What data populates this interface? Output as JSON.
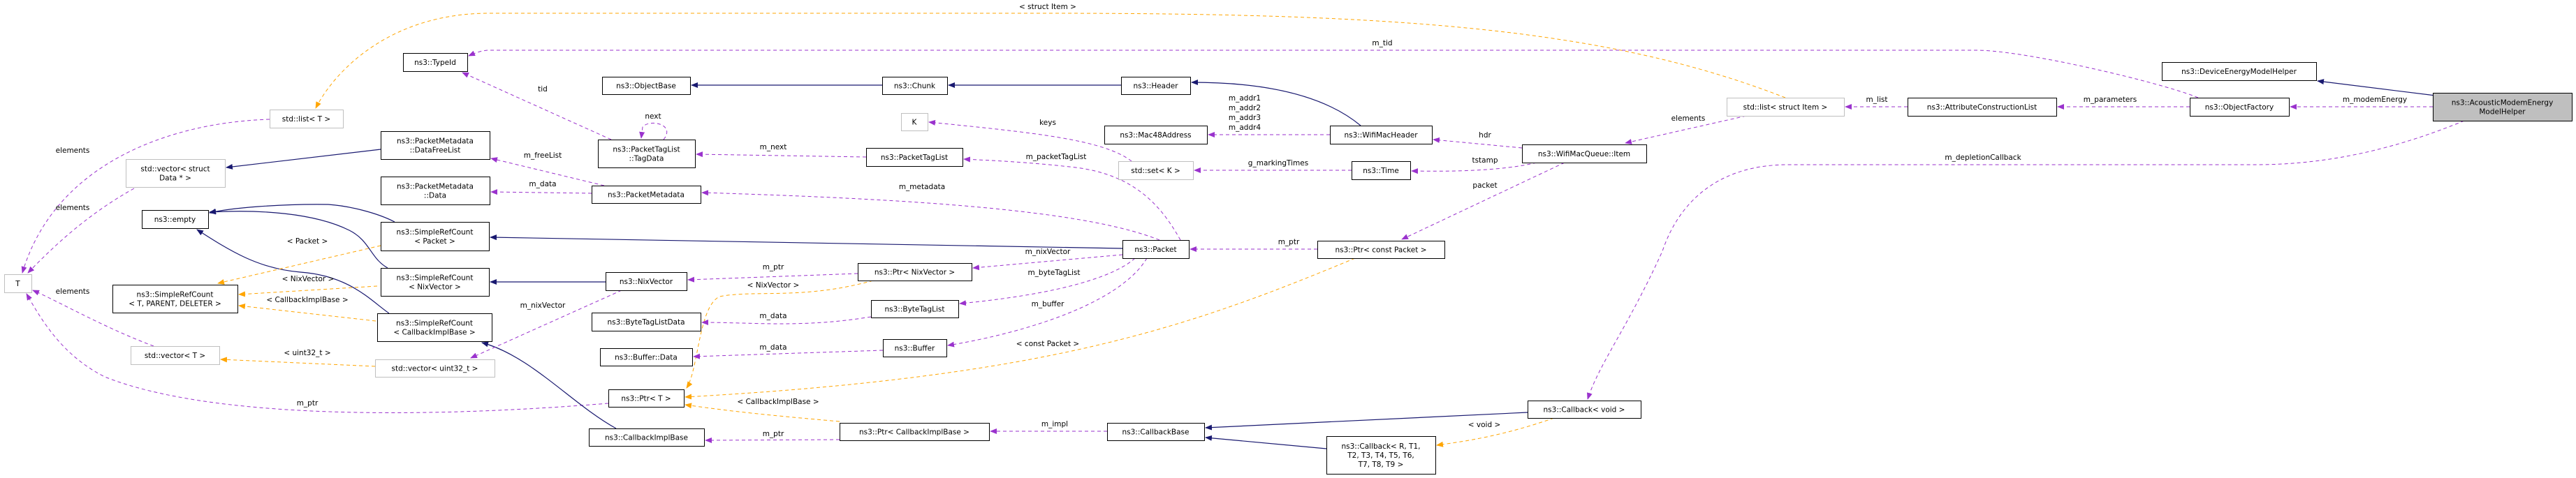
{
  "colors": {
    "usage": "#9a32cd",
    "template": "#ffa500",
    "inheritance": "#191970",
    "focus_fill": "#bfbfbf",
    "external_border": "#bfbfbf"
  },
  "nodes": {
    "acoustic": {
      "lines": [
        "ns3::AcousticModemEnergy",
        "ModelHelper"
      ]
    },
    "device": {
      "lines": [
        "ns3::DeviceEnergyModelHelper"
      ]
    },
    "objfactory": {
      "lines": [
        "ns3::ObjectFactory"
      ]
    },
    "acl": {
      "lines": [
        "ns3::AttributeConstructionList"
      ]
    },
    "listitem": {
      "lines": [
        "std::list< struct Item >"
      ]
    },
    "item": {
      "lines": [
        "ns3::WifiMacQueue::Item"
      ]
    },
    "wmh": {
      "lines": [
        "ns3::WifiMacHeader"
      ]
    },
    "time": {
      "lines": [
        "ns3::Time"
      ]
    },
    "ptrcp": {
      "lines": [
        "ns3::Ptr< const Packet >"
      ]
    },
    "cbvoid": {
      "lines": [
        "ns3::Callback< void >"
      ]
    },
    "cbR": {
      "lines": [
        "ns3::Callback< R, T1,",
        "T2, T3, T4, T5, T6,",
        "T7, T8, T9 >"
      ]
    },
    "header": {
      "lines": [
        "ns3::Header"
      ]
    },
    "mac48": {
      "lines": [
        "ns3::Mac48Address"
      ]
    },
    "setk": {
      "lines": [
        "std::set< K >"
      ]
    },
    "packet": {
      "lines": [
        "ns3::Packet"
      ]
    },
    "cbbase": {
      "lines": [
        "ns3::CallbackBase"
      ]
    },
    "chunk": {
      "lines": [
        "ns3::Chunk"
      ]
    },
    "k": {
      "lines": [
        "K"
      ]
    },
    "ptl": {
      "lines": [
        "ns3::PacketTagList"
      ]
    },
    "ptrnix": {
      "lines": [
        "ns3::Ptr< NixVector >"
      ]
    },
    "btl": {
      "lines": [
        "ns3::ByteTagList"
      ]
    },
    "buffer": {
      "lines": [
        "ns3::Buffer"
      ]
    },
    "ptrcib": {
      "lines": [
        "ns3::Ptr< CallbackImplBase >"
      ]
    },
    "objbase": {
      "lines": [
        "ns3::ObjectBase"
      ]
    },
    "typeid": {
      "lines": [
        "ns3::TypeId"
      ]
    },
    "tagdata": {
      "lines": [
        "ns3::PacketTagList",
        "::TagData"
      ]
    },
    "pmeta": {
      "lines": [
        "ns3::PacketMetadata"
      ]
    },
    "nix": {
      "lines": [
        "ns3::NixVector"
      ]
    },
    "btld": {
      "lines": [
        "ns3::ByteTagListData"
      ]
    },
    "bufdata": {
      "lines": [
        "ns3::Buffer::Data"
      ]
    },
    "ptrT": {
      "lines": [
        "ns3::Ptr< T >"
      ]
    },
    "cib": {
      "lines": [
        "ns3::CallbackImplBase"
      ]
    },
    "freelist": {
      "lines": [
        "ns3::PacketMetadata",
        "::DataFreeList"
      ]
    },
    "pmdata": {
      "lines": [
        "ns3::PacketMetadata",
        "::Data"
      ]
    },
    "srcP": {
      "lines": [
        "ns3::SimpleRefCount",
        "< Packet >"
      ]
    },
    "srcN": {
      "lines": [
        "ns3::SimpleRefCount",
        "< NixVector >"
      ]
    },
    "srcC": {
      "lines": [
        "ns3::SimpleRefCount",
        "< CallbackImplBase >"
      ]
    },
    "vecu": {
      "lines": [
        "std::vector< uint32_t >"
      ]
    },
    "listT": {
      "lines": [
        "std::list< T >"
      ]
    },
    "vecD": {
      "lines": [
        "std::vector< struct",
        "Data * >"
      ]
    },
    "empty": {
      "lines": [
        "ns3::empty"
      ]
    },
    "srcT": {
      "lines": [
        "ns3::SimpleRefCount",
        "< T, PARENT, DELETER >"
      ]
    },
    "vecT": {
      "lines": [
        "std::vector< T >"
      ]
    },
    "T": {
      "lines": [
        "T"
      ]
    }
  },
  "edges": [
    {
      "from": "listitem",
      "to": "listT",
      "type": "template",
      "label": "< struct Item >"
    },
    {
      "from": "objfactory",
      "to": "typeid",
      "type": "usage",
      "label": "m_tid"
    },
    {
      "from": "tagdata",
      "to": "typeid",
      "type": "usage",
      "label": "tid"
    },
    {
      "from": "tagdata",
      "to": "tagdata",
      "type": "usage",
      "label": "next"
    },
    {
      "from": "ptl",
      "to": "tagdata",
      "type": "usage",
      "label": "m_next"
    },
    {
      "from": "pmeta",
      "to": "freelist",
      "type": "usage",
      "label": "m_freeList"
    },
    {
      "from": "pmeta",
      "to": "pmdata",
      "type": "usage",
      "label": "m_data"
    },
    {
      "from": "freelist",
      "to": "vecD",
      "type": "inheritance"
    },
    {
      "from": "listT",
      "to": "T",
      "type": "usage",
      "label": "elements"
    },
    {
      "from": "vecD",
      "to": "T",
      "type": "usage",
      "label": "elements"
    },
    {
      "from": "vecT",
      "to": "T",
      "type": "usage",
      "label": "elements"
    },
    {
      "from": "ptrT",
      "to": "T",
      "type": "usage",
      "label": "m_ptr"
    },
    {
      "from": "srcP",
      "to": "empty",
      "type": "inheritance"
    },
    {
      "from": "srcN",
      "to": "empty",
      "type": "inheritance"
    },
    {
      "from": "srcC",
      "to": "empty",
      "type": "inheritance"
    },
    {
      "from": "srcP",
      "to": "srcT",
      "type": "template",
      "label": "< Packet >"
    },
    {
      "from": "srcN",
      "to": "srcT",
      "type": "template",
      "label": "< NixVector >"
    },
    {
      "from": "srcC",
      "to": "srcT",
      "type": "template",
      "label": "< CallbackImplBase >"
    },
    {
      "from": "vecu",
      "to": "vecT",
      "type": "template",
      "label": "< uint32_t >"
    },
    {
      "from": "packet",
      "to": "srcP",
      "type": "inheritance"
    },
    {
      "from": "nix",
      "to": "srcN",
      "type": "inheritance"
    },
    {
      "from": "cib",
      "to": "srcC",
      "type": "inheritance"
    },
    {
      "from": "nix",
      "to": "vecu",
      "type": "usage",
      "label": "m_nixVector"
    },
    {
      "from": "chunk",
      "to": "objbase",
      "type": "inheritance"
    },
    {
      "from": "header",
      "to": "chunk",
      "type": "inheritance"
    },
    {
      "from": "wmh",
      "to": "header",
      "type": "inheritance"
    },
    {
      "from": "wmh",
      "to": "mac48",
      "type": "usage",
      "label": [
        "m_addr1",
        "m_addr2",
        "m_addr3",
        "m_addr4"
      ]
    },
    {
      "from": "setk",
      "to": "k",
      "type": "usage",
      "label": "keys"
    },
    {
      "from": "time",
      "to": "setk",
      "type": "usage",
      "label": "g_markingTimes"
    },
    {
      "from": "item",
      "to": "wmh",
      "type": "usage",
      "label": "hdr"
    },
    {
      "from": "item",
      "to": "time",
      "type": "usage",
      "label": "tstamp"
    },
    {
      "from": "item",
      "to": "ptrcp",
      "type": "usage",
      "label": "packet"
    },
    {
      "from": "listitem",
      "to": "item",
      "type": "usage",
      "label": "elements"
    },
    {
      "from": "acl",
      "to": "listitem",
      "type": "usage",
      "label": "m_list"
    },
    {
      "from": "objfactory",
      "to": "acl",
      "type": "usage",
      "label": "m_parameters"
    },
    {
      "from": "acoustic",
      "to": "objfactory",
      "type": "usage",
      "label": "m_modemEnergy"
    },
    {
      "from": "acoustic",
      "to": "device",
      "type": "inheritance"
    },
    {
      "from": "acoustic",
      "to": "cbvoid",
      "type": "usage",
      "label": "m_depletionCallback"
    },
    {
      "from": "ptrcp",
      "to": "packet",
      "type": "usage",
      "label": "m_ptr"
    },
    {
      "from": "packet",
      "to": "ptl",
      "type": "usage",
      "label": "m_packetTagList"
    },
    {
      "from": "packet",
      "to": "pmeta",
      "type": "usage",
      "label": "m_metadata"
    },
    {
      "from": "packet",
      "to": "ptrnix",
      "type": "usage",
      "label": "m_nixVector"
    },
    {
      "from": "packet",
      "to": "btl",
      "type": "usage",
      "label": "m_byteTagList"
    },
    {
      "from": "packet",
      "to": "buffer",
      "type": "usage",
      "label": "m_buffer"
    },
    {
      "from": "ptrnix",
      "to": "nix",
      "type": "usage",
      "label": "m_ptr"
    },
    {
      "from": "ptrnix",
      "to": "ptrT",
      "type": "template",
      "label": "< NixVector >"
    },
    {
      "from": "btl",
      "to": "btld",
      "type": "usage",
      "label": "m_data"
    },
    {
      "from": "buffer",
      "to": "bufdata",
      "type": "usage",
      "label": "m_data"
    },
    {
      "from": "ptrcp",
      "to": "ptrT",
      "type": "template",
      "label": "< const Packet >"
    },
    {
      "from": "ptrcib",
      "to": "ptrT",
      "type": "template",
      "label": "< CallbackImplBase >"
    },
    {
      "from": "ptrcib",
      "to": "cib",
      "type": "usage",
      "label": "m_ptr"
    },
    {
      "from": "cbbase",
      "to": "ptrcib",
      "type": "usage",
      "label": "m_impl"
    },
    {
      "from": "cbvoid",
      "to": "cbbase",
      "type": "inheritance"
    },
    {
      "from": "cbR",
      "to": "cbbase",
      "type": "inheritance"
    },
    {
      "from": "cbvoid",
      "to": "cbR",
      "type": "template",
      "label": "< void >"
    }
  ]
}
